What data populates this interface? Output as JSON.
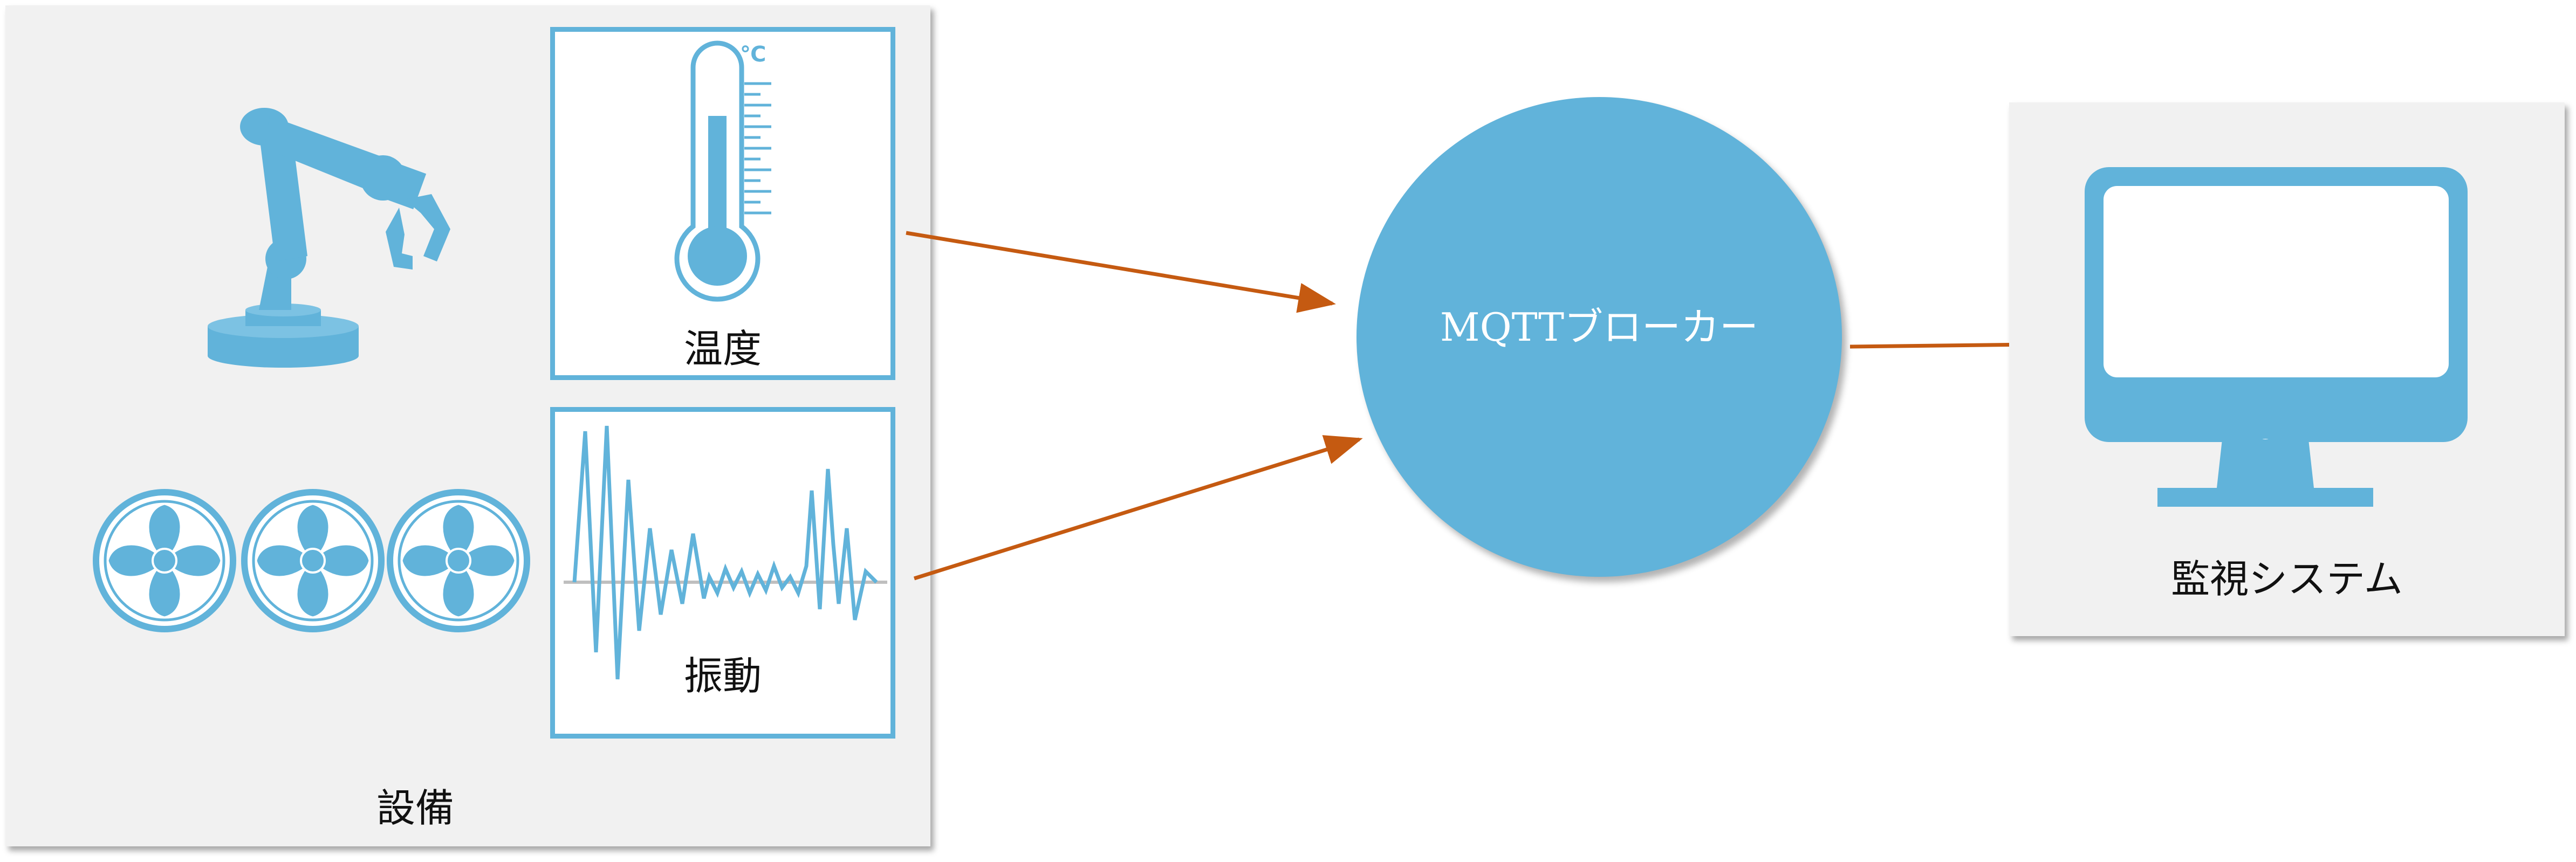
{
  "equipment": {
    "label": "設備",
    "temperature_label": "温度",
    "vibration_label": "振動",
    "celsius_symbol": "℃"
  },
  "broker": {
    "label": "MQTTブローカー"
  },
  "monitor": {
    "label": "監視システム"
  },
  "colors": {
    "accent": "#61b3da",
    "arrow": "#c55a11",
    "panel": "#f1f1f1",
    "axis": "#bfbfbf"
  },
  "icons": [
    "robot-arm-icon",
    "fan-icon",
    "thermometer-icon",
    "vibration-waveform-icon",
    "monitor-icon"
  ]
}
